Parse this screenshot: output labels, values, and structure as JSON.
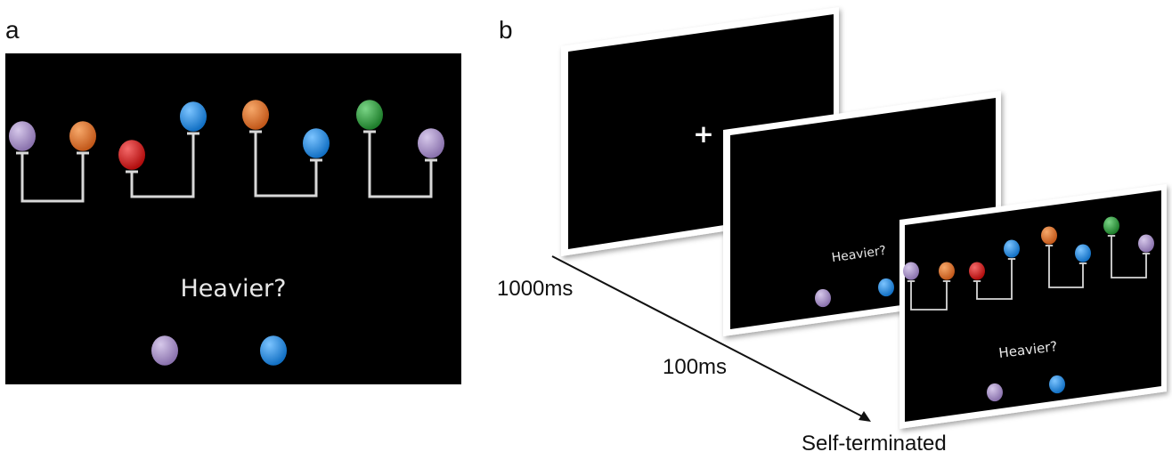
{
  "panel_a": {
    "label": "a",
    "question": "Heavier?",
    "balances": [
      {
        "left": "lavender",
        "right": "orange",
        "tilt": "level"
      },
      {
        "left": "red",
        "right": "blue",
        "tilt": "right-up"
      },
      {
        "left": "orange",
        "right": "blue",
        "tilt": "left-up"
      },
      {
        "left": "green",
        "right": "lavender",
        "tilt": "left-up"
      }
    ],
    "choices": [
      "lavender",
      "blue"
    ]
  },
  "panel_b": {
    "label": "b",
    "fixation": "+",
    "question": "Heavier?",
    "timings": {
      "fixation": "1000ms",
      "question": "100ms",
      "balance": "Self-terminated"
    }
  },
  "colors": {
    "lavender": "#a48fc1",
    "orange": "#e2732a",
    "red": "#d51f1f",
    "blue": "#2a8fe3",
    "green": "#2f9e3c",
    "screen_bg": "#000000",
    "balance_line": "#d8d8d8"
  }
}
